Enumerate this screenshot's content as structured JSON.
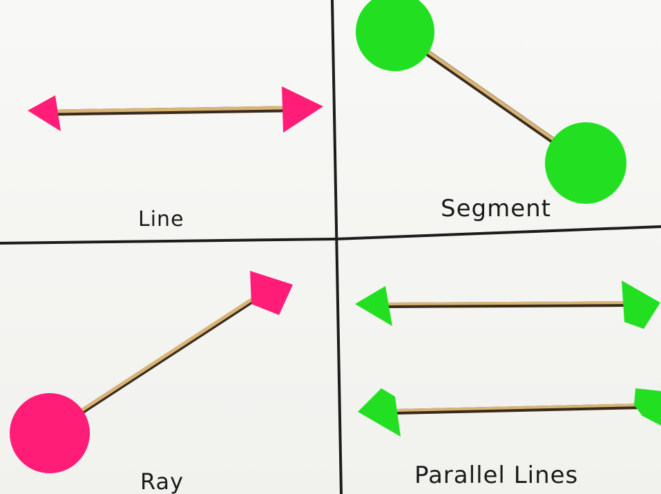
{
  "labels": {
    "line": "Line",
    "segment": "Segment",
    "ray": "Ray",
    "parallel": "Parallel Lines"
  },
  "colors": {
    "paper": "#f4f3f0",
    "grid_line": "#1c1c1c",
    "stick": "#d8b477",
    "stick_edge": "#3a2a1a",
    "pink": "#ff1d78",
    "green": "#22e021"
  }
}
